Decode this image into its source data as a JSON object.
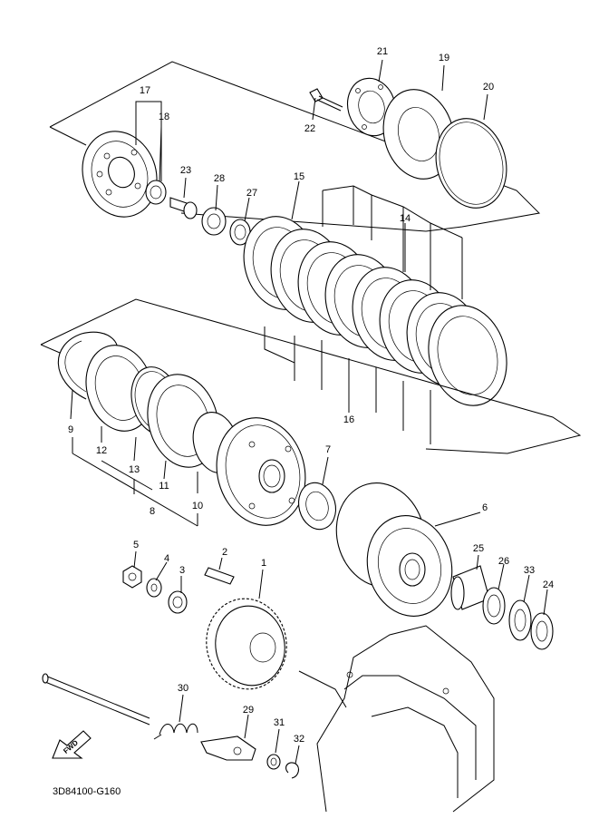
{
  "diagram_code": "3D84100-G160",
  "fwd_label": "FWD",
  "labels": {
    "p1": "1",
    "p2": "2",
    "p3": "3",
    "p4": "4",
    "p5": "5",
    "p6": "6",
    "p7": "7",
    "p8": "8",
    "p9": "9",
    "p10": "10",
    "p11": "11",
    "p12": "12",
    "p13": "13",
    "p14": "14",
    "p15": "15",
    "p16": "16",
    "p17": "17",
    "p18": "18",
    "p19": "19",
    "p20": "20",
    "p21": "21",
    "p22": "22",
    "p23": "23",
    "p24": "24",
    "p25": "25",
    "p26": "26",
    "p27": "27",
    "p28": "28",
    "p29": "29",
    "p30": "30",
    "p31": "31",
    "p32": "32",
    "p33": "33"
  }
}
